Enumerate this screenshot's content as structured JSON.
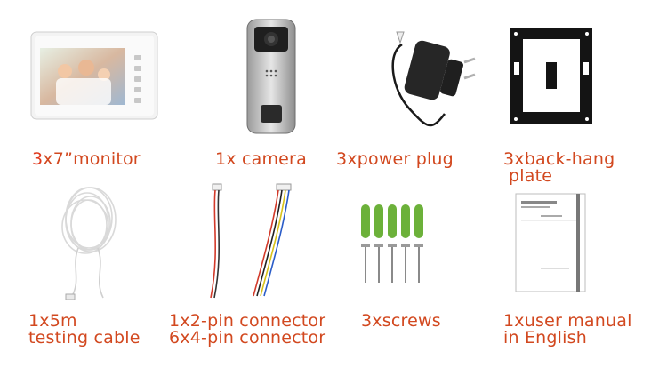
{
  "items": [
    {
      "qty": "3",
      "label": "x7”monitor"
    },
    {
      "label": "1x camera"
    },
    {
      "label": "3xpower plug"
    },
    {
      "line1": "3xback-hang",
      "line2": "plate"
    },
    {
      "line1": "1x5m",
      "line2": "testing cable"
    },
    {
      "line1": "1x2-pin connector",
      "line2": "6x4-pin connector"
    },
    {
      "label": "3xscrews"
    },
    {
      "line1": "1xuser manual",
      "line2": "in English"
    }
  ],
  "colors": {
    "caption": "#d2481f",
    "accent_qty": "#e03a1e"
  }
}
